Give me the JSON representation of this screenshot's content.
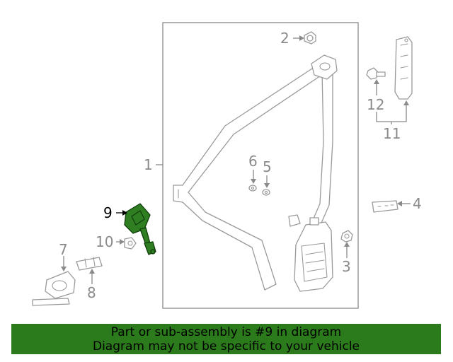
{
  "callouts": {
    "c1": "1",
    "c2": "2",
    "c3": "3",
    "c4": "4",
    "c5": "5",
    "c6": "6",
    "c7": "7",
    "c8": "8",
    "c9": "9",
    "c10": "10",
    "c11": "11",
    "c12": "12"
  },
  "highlighted_part": "9",
  "colors": {
    "highlight": "#2f7f22",
    "banner": "#2b7a1b",
    "line": "#9a9a9a"
  },
  "banner": {
    "line1": "Part or sub-assembly is #9 in diagram",
    "line2": "Diagram may not be specific to your vehicle"
  }
}
